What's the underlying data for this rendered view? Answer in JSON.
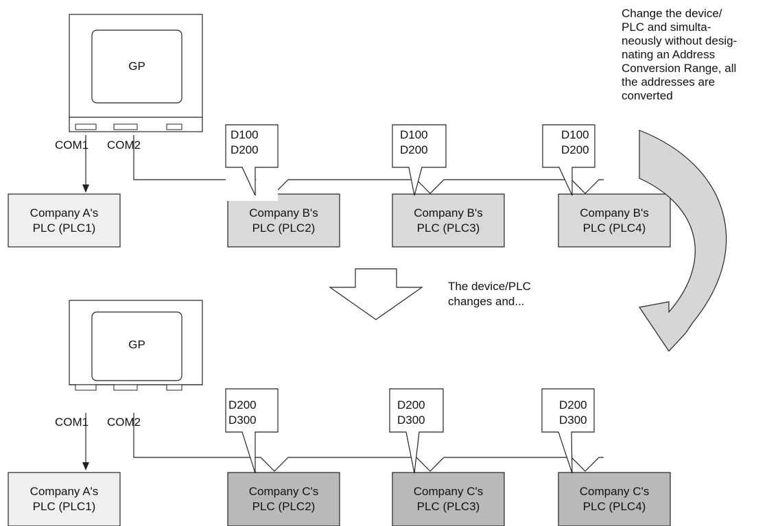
{
  "top": {
    "gp_label": "GP",
    "com1": "COM1",
    "com2": "COM2",
    "plc_a": "Company A's\nPLC (PLC1)",
    "plcs": [
      {
        "label": "Company B's\nPLC (PLC2)",
        "addr": "D100\nD200"
      },
      {
        "label": "Company B's\nPLC (PLC3)",
        "addr": "D100\nD200"
      },
      {
        "label": "Company B's\nPLC (PLC4)",
        "addr": "D100\nD200"
      }
    ]
  },
  "bottom": {
    "gp_label": "GP",
    "com1": "COM1",
    "com2": "COM2",
    "plc_a": "Company A's\nPLC (PLC1)",
    "plcs": [
      {
        "label": "Company C's\nPLC (PLC2)",
        "addr": "D200\nD300"
      },
      {
        "label": "Company C's\nPLC (PLC3)",
        "addr": "D200\nD300"
      },
      {
        "label": "Company C's\nPLC (PLC4)",
        "addr": "D200\nD300"
      }
    ]
  },
  "side_note": "Change the device/\nPLC and simulta-\nneously without desig-\nnating an Address\nConversion Range, all\nthe addresses are\nconverted",
  "change_note": "The device/PLC\nchanges and...",
  "colors": {
    "plc_a_fill": "#efefef",
    "plc_b_fill": "#d9d9d9",
    "plc_c_fill": "#b9b9b9",
    "curved_arrow_fill": "#d6d6d6"
  }
}
